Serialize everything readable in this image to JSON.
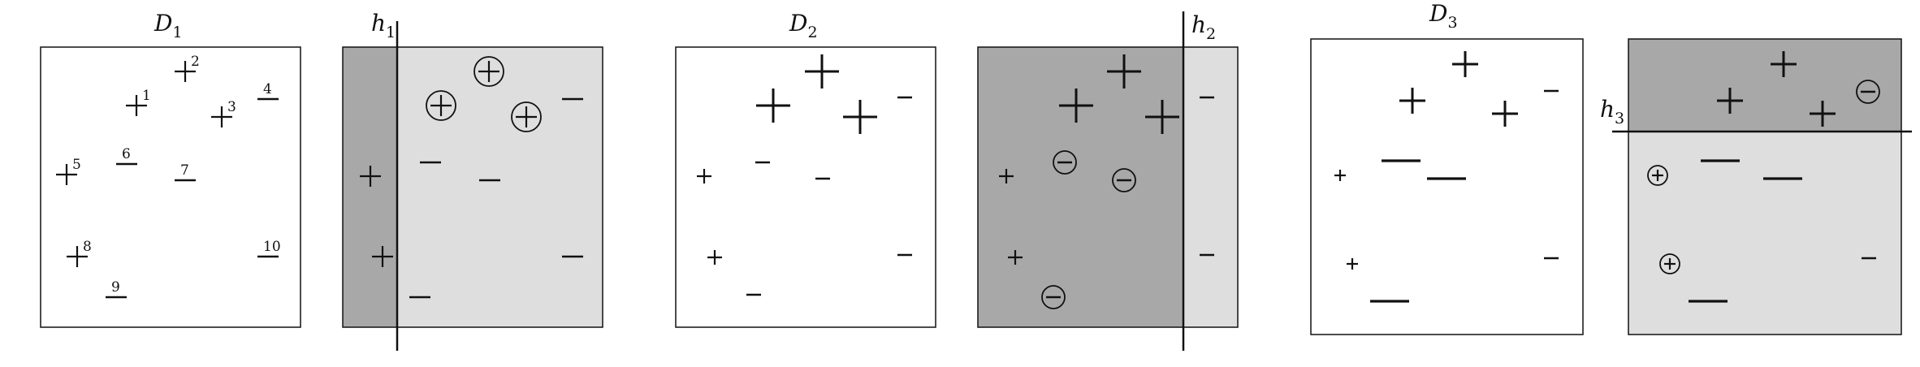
{
  "panels": [
    {
      "title_main": "D",
      "title_sub": "1",
      "points": [
        {
          "id": "1",
          "label": "1",
          "sign": "+",
          "weight": "normal",
          "circled": false
        },
        {
          "id": "2",
          "label": "2",
          "sign": "+",
          "weight": "normal",
          "circled": false
        },
        {
          "id": "3",
          "label": "3",
          "sign": "+",
          "weight": "normal",
          "circled": false
        },
        {
          "id": "4",
          "label": "4",
          "sign": "-",
          "weight": "normal",
          "circled": false
        },
        {
          "id": "5",
          "label": "5",
          "sign": "+",
          "weight": "normal",
          "circled": false
        },
        {
          "id": "6",
          "label": "6",
          "sign": "-",
          "weight": "normal",
          "circled": false
        },
        {
          "id": "7",
          "label": "7",
          "sign": "-",
          "weight": "normal",
          "circled": false
        },
        {
          "id": "8",
          "label": "8",
          "sign": "+",
          "weight": "normal",
          "circled": false
        },
        {
          "id": "9",
          "label": "9",
          "sign": "-",
          "weight": "normal",
          "circled": false
        },
        {
          "id": "10",
          "label": "10",
          "sign": "-",
          "weight": "normal",
          "circled": false
        }
      ]
    },
    {
      "hypothesis": {
        "main": "h",
        "sub": "1"
      },
      "shading": "left-dark",
      "points": [
        {
          "id": "1",
          "sign": "+",
          "weight": "normal",
          "circled": true
        },
        {
          "id": "2",
          "sign": "+",
          "weight": "normal",
          "circled": true
        },
        {
          "id": "3",
          "sign": "+",
          "weight": "normal",
          "circled": true
        },
        {
          "id": "4",
          "sign": "-",
          "weight": "normal",
          "circled": false
        },
        {
          "id": "5",
          "sign": "+",
          "weight": "normal",
          "circled": false
        },
        {
          "id": "6",
          "sign": "-",
          "weight": "normal",
          "circled": false
        },
        {
          "id": "7",
          "sign": "-",
          "weight": "normal",
          "circled": false
        },
        {
          "id": "8",
          "sign": "+",
          "weight": "normal",
          "circled": false
        },
        {
          "id": "9",
          "sign": "-",
          "weight": "normal",
          "circled": false
        },
        {
          "id": "10",
          "sign": "-",
          "weight": "normal",
          "circled": false
        }
      ]
    },
    {
      "title_main": "D",
      "title_sub": "2",
      "points": [
        {
          "id": "1",
          "sign": "+",
          "weight": "large",
          "circled": false
        },
        {
          "id": "2",
          "sign": "+",
          "weight": "large",
          "circled": false
        },
        {
          "id": "3",
          "sign": "+",
          "weight": "large",
          "circled": false
        },
        {
          "id": "4",
          "sign": "-",
          "weight": "small",
          "circled": false
        },
        {
          "id": "5",
          "sign": "+",
          "weight": "small",
          "circled": false
        },
        {
          "id": "6",
          "sign": "-",
          "weight": "small",
          "circled": false
        },
        {
          "id": "7",
          "sign": "-",
          "weight": "small",
          "circled": false
        },
        {
          "id": "8",
          "sign": "+",
          "weight": "small",
          "circled": false
        },
        {
          "id": "9",
          "sign": "-",
          "weight": "small",
          "circled": false
        },
        {
          "id": "10",
          "sign": "-",
          "weight": "small",
          "circled": false
        }
      ]
    },
    {
      "hypothesis": {
        "main": "h",
        "sub": "2"
      },
      "shading": "right-light",
      "points": [
        {
          "id": "1",
          "sign": "+",
          "weight": "large",
          "circled": false
        },
        {
          "id": "2",
          "sign": "+",
          "weight": "large",
          "circled": false
        },
        {
          "id": "3",
          "sign": "+",
          "weight": "large",
          "circled": false
        },
        {
          "id": "4",
          "sign": "-",
          "weight": "small",
          "circled": false
        },
        {
          "id": "5",
          "sign": "+",
          "weight": "small",
          "circled": false
        },
        {
          "id": "6",
          "sign": "-",
          "weight": "small",
          "circled": true
        },
        {
          "id": "7",
          "sign": "-",
          "weight": "small",
          "circled": true
        },
        {
          "id": "8",
          "sign": "+",
          "weight": "small",
          "circled": false
        },
        {
          "id": "9",
          "sign": "-",
          "weight": "small",
          "circled": true
        },
        {
          "id": "10",
          "sign": "-",
          "weight": "small",
          "circled": false
        }
      ]
    },
    {
      "title_main": "D",
      "title_sub": "3",
      "points": [
        {
          "id": "1",
          "sign": "+",
          "weight": "medium",
          "circled": false
        },
        {
          "id": "2",
          "sign": "+",
          "weight": "medium",
          "circled": false
        },
        {
          "id": "3",
          "sign": "+",
          "weight": "medium",
          "circled": false
        },
        {
          "id": "4",
          "sign": "-",
          "weight": "small",
          "circled": false
        },
        {
          "id": "5",
          "sign": "+",
          "weight": "tiny",
          "circled": false
        },
        {
          "id": "6",
          "sign": "-",
          "weight": "large",
          "circled": false
        },
        {
          "id": "7",
          "sign": "-",
          "weight": "large",
          "circled": false
        },
        {
          "id": "8",
          "sign": "+",
          "weight": "tiny",
          "circled": false
        },
        {
          "id": "9",
          "sign": "-",
          "weight": "large",
          "circled": false
        },
        {
          "id": "10",
          "sign": "-",
          "weight": "small",
          "circled": false
        }
      ]
    },
    {
      "hypothesis": {
        "main": "h",
        "sub": "3"
      },
      "shading": "top-dark",
      "points": [
        {
          "id": "1",
          "sign": "+",
          "weight": "medium",
          "circled": false
        },
        {
          "id": "2",
          "sign": "+",
          "weight": "medium",
          "circled": false
        },
        {
          "id": "3",
          "sign": "+",
          "weight": "medium",
          "circled": false
        },
        {
          "id": "4",
          "sign": "-",
          "weight": "small",
          "circled": true
        },
        {
          "id": "5",
          "sign": "+",
          "weight": "tiny",
          "circled": true
        },
        {
          "id": "6",
          "sign": "-",
          "weight": "large",
          "circled": false
        },
        {
          "id": "7",
          "sign": "-",
          "weight": "large",
          "circled": false
        },
        {
          "id": "8",
          "sign": "+",
          "weight": "tiny",
          "circled": true
        },
        {
          "id": "9",
          "sign": "-",
          "weight": "large",
          "circled": false
        },
        {
          "id": "10",
          "sign": "-",
          "weight": "small",
          "circled": false
        }
      ]
    }
  ],
  "colors": {
    "dark_region": "#a8a8a8",
    "light_region": "#dedede",
    "stroke": "#111111",
    "background": "#ffffff"
  }
}
